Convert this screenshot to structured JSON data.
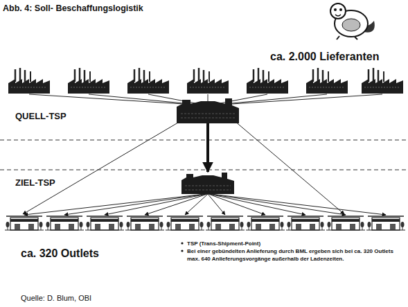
{
  "diagram": {
    "title": "Abb. 4: Soll- Beschaffungslogistik",
    "caption": "Quelle: D. Blum, OBI",
    "nodes": [
      {
        "text": [
          "QUELL-TSP"
        ]
      },
      {
        "text": [
          "ZIEL-TSP"
        ]
      }
    ],
    "edges": [
      {
        "from": 0,
        "to": 1,
        "arrow": "to"
      }
    ],
    "labels": [
      "ca. 2.000 Lieferanten",
      "ca. 320 Outlets",
      "TSP (Trans-Shipment-Point)",
      "Bei einer gebündelten Anlieferung durch BML ergeben sich bei ca. 320 Outlets max. 640 Anlieferungsvorgänge außerhalb der Ladenzeiten."
    ]
  }
}
